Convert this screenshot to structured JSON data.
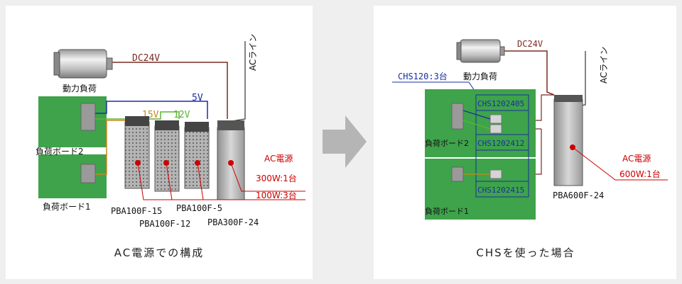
{
  "left": {
    "caption": "AC電源での構成",
    "motor_label": "動力負荷",
    "dc24v": "DC24V",
    "ac_line": "ACライン",
    "v5": "5V",
    "v15": "15V",
    "v12": "12V",
    "board2": "負荷ボード2",
    "board1": "負荷ボード1",
    "ac_source": "AC電源",
    "ac_300w": "300W:1台",
    "ac_100w": "100W:3台",
    "pba100f15": "PBA100F-15",
    "pba100f5": "PBA100F-5",
    "pba100f12": "PBA100F-12",
    "pba300f24": "PBA300F-24"
  },
  "right": {
    "caption": "CHSを使った場合",
    "motor_label": "動力負荷",
    "dc24v": "DC24V",
    "ac_line": "ACライン",
    "chs_count": "CHS120:3台",
    "chs1": "CHS1202405",
    "chs2": "CHS1202412",
    "chs3": "CHS1202415",
    "board2": "負荷ボード2",
    "board1": "負荷ボード1",
    "ac_source": "AC電源",
    "ac_600w": "600W:1台",
    "pba600f24": "PBA600F-24"
  },
  "colors": {
    "board_green": "#3ea34a",
    "dc24v_line": "#7a2b23",
    "ac_red": "#cc0000",
    "blue_5v": "#1a2fa0",
    "orange_15v": "#c58a1e",
    "green_12v": "#5fb336",
    "arrow_gray": "#b5b5b5"
  }
}
